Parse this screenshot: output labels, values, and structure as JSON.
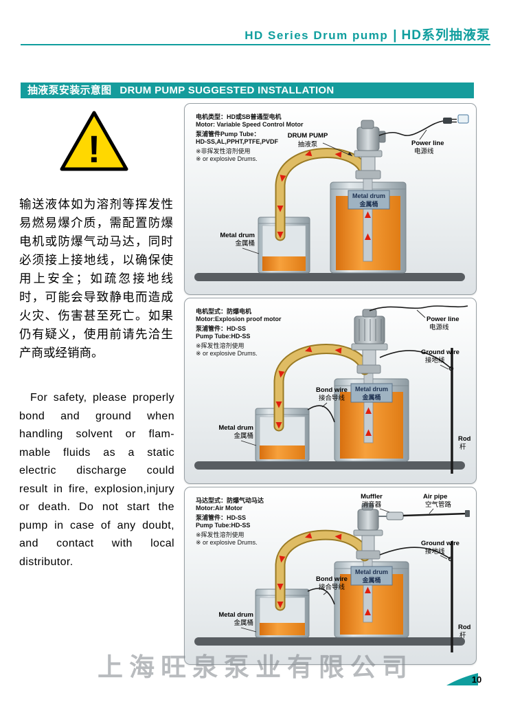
{
  "header": {
    "title_en": "HD Series Drum pump",
    "divider": "|",
    "title_zh": "HD系列抽液泵"
  },
  "banner": {
    "zh": "抽液泵安装示意图",
    "en": "DRUM PUMP SUGGESTED INSTALLATION"
  },
  "warning": {
    "mark": "!"
  },
  "intro": {
    "zh": "输送液体如为溶剂等挥发性易燃易爆介质，需配置防爆电机或防爆气动马达，同时必须接上接地线，以确保使用上安全；如疏忽接地线时，可能会导致静电而造成火灾、伤害甚至死亡。如果仍有疑义，使用前请先洽生产商或经销商。",
    "en": "For safety, please properly bond and ground when handling solvent or flam-mable fluids as a static electric discharge could result in fire, explosion,injury or death. Do not start the pump in case of any doubt, and contact with local distributor."
  },
  "diagrams": [
    {
      "spec": [
        "电机类型：HD或SB普通型电机",
        "Motor: Variable Speed Control Motor",
        "泵浦管件Pump Tube：",
        "HD-SS,AL,PPHT,PTFE,PVDF",
        "※非挥发性溶剂使用",
        "※ or explosive Drums."
      ],
      "labels": {
        "drum_pump_en": "DRUM PUMP",
        "drum_pump_zh": "抽液泵",
        "power_en": "Power line",
        "power_zh": "电源线",
        "drum_big_en": "Metal drum",
        "drum_big_zh": "金属桶",
        "drum_small_en": "Metal drum",
        "drum_small_zh": "金属桶"
      }
    },
    {
      "spec": [
        "电机型式：防爆电机",
        "Motor:Explosion proof motor",
        "泵浦管件：HD-SS",
        "Pump Tube:HD-SS",
        "※挥发性溶剂使用",
        "※ or explosive Drums."
      ],
      "labels": {
        "power_en": "Power line",
        "power_zh": "电源线",
        "ground_en": "Ground wire",
        "ground_zh": "接地线",
        "bond_en": "Bond wire",
        "bond_zh": "接合导线",
        "drum_big_en": "Metal drum",
        "drum_big_zh": "金属桶",
        "drum_small_en": "Metal drum",
        "drum_small_zh": "金属桶",
        "rod_en": "Rod",
        "rod_zh": "杆"
      }
    },
    {
      "spec": [
        "马达型式：防爆气动马达",
        "Motor:Air Motor",
        "泵浦管件：HD-SS",
        "Pump Tube:HD-SS",
        "※挥发性溶剂使用",
        "※ or explosive Drums."
      ],
      "labels": {
        "muffler_en": "Muffler",
        "muffler_zh": "消音器",
        "air_en": "Air pipe",
        "air_zh": "空气管路",
        "ground_en": "Ground wire",
        "ground_zh": "接地线",
        "bond_en": "Bond wire",
        "bond_zh": "接合导线",
        "drum_big_en": "Metal drum",
        "drum_big_zh": "金属桶",
        "drum_small_en": "Metal drum",
        "drum_small_zh": "金属桶",
        "rod_en": "Rod",
        "rod_zh": "杆"
      }
    }
  ],
  "watermark": "上海旺泉泵业有限公司",
  "footer": {
    "page_number": "10"
  }
}
